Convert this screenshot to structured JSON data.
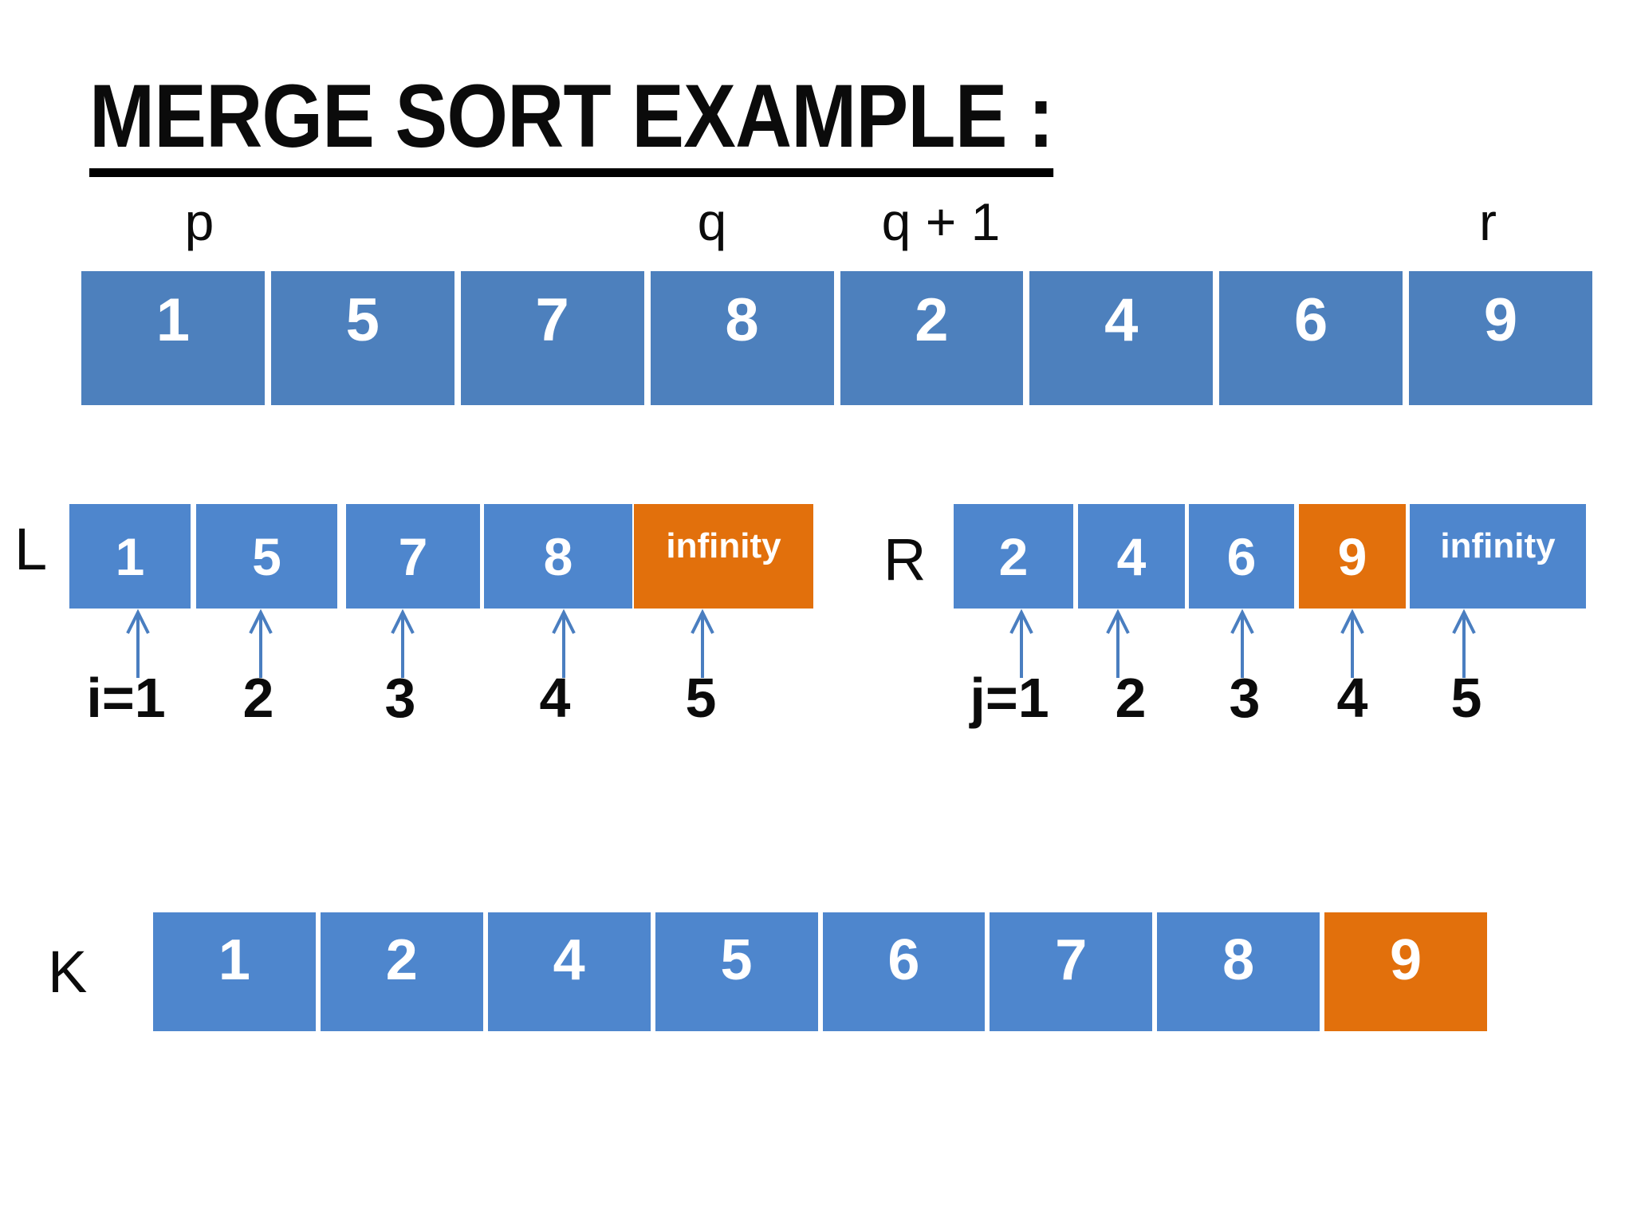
{
  "title": "MERGE SORT EXAMPLE :",
  "colors": {
    "main_array_blue": "#4d80bd",
    "sub_array_blue": "#4e86cd",
    "highlight_orange": "#e2700c",
    "arrow_blue": "#4a7ec0",
    "text_black": "#0b0b0b",
    "cell_text_white": "#ffffff"
  },
  "main_array": {
    "pointer_labels": {
      "p": "p",
      "q": "q",
      "q_plus_1": "q + 1",
      "r": "r"
    },
    "cells": [
      "1",
      "5",
      "7",
      "8",
      "2",
      "4",
      "6",
      "9"
    ]
  },
  "left_array": {
    "label": "L",
    "cells": [
      {
        "value": "1",
        "color": "blue"
      },
      {
        "value": "5",
        "color": "blue"
      },
      {
        "value": "7",
        "color": "blue"
      },
      {
        "value": "8",
        "color": "blue"
      },
      {
        "value": "infinity",
        "color": "orange"
      }
    ],
    "index_labels": [
      "i=1",
      "2",
      "3",
      "4",
      "5"
    ]
  },
  "right_array": {
    "label": "R",
    "cells": [
      {
        "value": "2",
        "color": "blue"
      },
      {
        "value": "4",
        "color": "blue"
      },
      {
        "value": "6",
        "color": "blue"
      },
      {
        "value": "9",
        "color": "orange"
      },
      {
        "value": "infinity",
        "color": "blue"
      }
    ],
    "index_labels": [
      "j=1",
      "2",
      "3",
      "4",
      "5"
    ]
  },
  "merged_array": {
    "label": "K",
    "cells": [
      {
        "value": "1",
        "color": "blue"
      },
      {
        "value": "2",
        "color": "blue"
      },
      {
        "value": "4",
        "color": "blue"
      },
      {
        "value": "5",
        "color": "blue"
      },
      {
        "value": "6",
        "color": "blue"
      },
      {
        "value": "7",
        "color": "blue"
      },
      {
        "value": "8",
        "color": "blue"
      },
      {
        "value": "9",
        "color": "orange"
      }
    ]
  }
}
